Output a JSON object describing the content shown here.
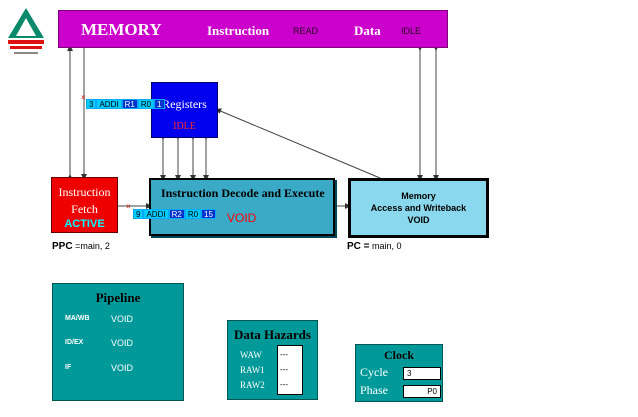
{
  "memory": {
    "title": "MEMORY",
    "instruction_label": "Instruction",
    "instruction_status": "READ",
    "data_label": "Data",
    "data_status": "IDLE"
  },
  "registers": {
    "title": "Registers",
    "status": "IDLE"
  },
  "fetch": {
    "title_line1": "Instruction",
    "title_line2": "Fetch",
    "status": "ACTIVE"
  },
  "decode": {
    "title": "Instruction Decode and Execute",
    "status": "VOID"
  },
  "mawb": {
    "line1": "Memory",
    "line2": "Access and Writeback",
    "status": "VOID"
  },
  "token_fetch": [
    "3",
    "ADDI",
    "R1",
    "R0",
    "1"
  ],
  "token_decode": [
    "9",
    "ADDI",
    "R2",
    "R0",
    "15"
  ],
  "ppc": {
    "label": "PPC",
    "value": "=main, 2"
  },
  "pc": {
    "label": "PC =",
    "value": "main, 0"
  },
  "pipeline": {
    "title": "Pipeline",
    "stages": [
      {
        "name": "MA/WB",
        "value": "VOID"
      },
      {
        "name": "ID/EX",
        "value": "VOID"
      },
      {
        "name": "IF",
        "value": "VOID"
      }
    ]
  },
  "hazards": {
    "title": "Data Hazards",
    "labels": [
      "WAW",
      "RAW1",
      "RAW2"
    ],
    "values": [
      "---",
      "---",
      "---"
    ]
  },
  "clock": {
    "title": "Clock",
    "cycle_label": "Cycle",
    "cycle_value": "3",
    "phase_label": "Phase",
    "phase_value": "P0"
  },
  "colors": {
    "memory": "#cc00cc",
    "registers": "#0000ee",
    "fetch": "#ee0000",
    "decode": "#3aaac6",
    "mawb": "#8ad8ee",
    "panel": "#009999"
  }
}
